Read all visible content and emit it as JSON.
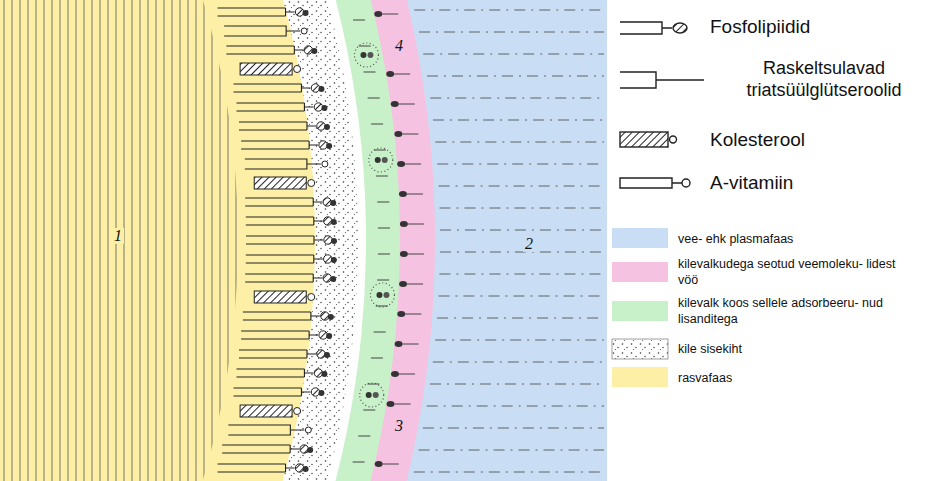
{
  "diagram": {
    "labels": [
      "1",
      "4",
      "2",
      "3"
    ],
    "legend": [
      {
        "text": "Fosfolipiidid"
      },
      {
        "text": "Raskeltsulavad triatsüülglütseroolid"
      },
      {
        "text": "Kolesterool"
      },
      {
        "text": "A-vitamiin"
      },
      {
        "text": "vee- ehk plasmafaas",
        "color": "#c9ddf5"
      },
      {
        "text": "kilevalkudega seotud veemoleku- lidest vöö",
        "color": "#f6c2e1"
      },
      {
        "text": "kilevalk koos sellele adsorbeeru- nud lisanditega",
        "color": "#c8f0c9"
      },
      {
        "text": "kile sisekiht"
      },
      {
        "text": "rasvafaas",
        "color": "#fdf0a6"
      }
    ]
  }
}
